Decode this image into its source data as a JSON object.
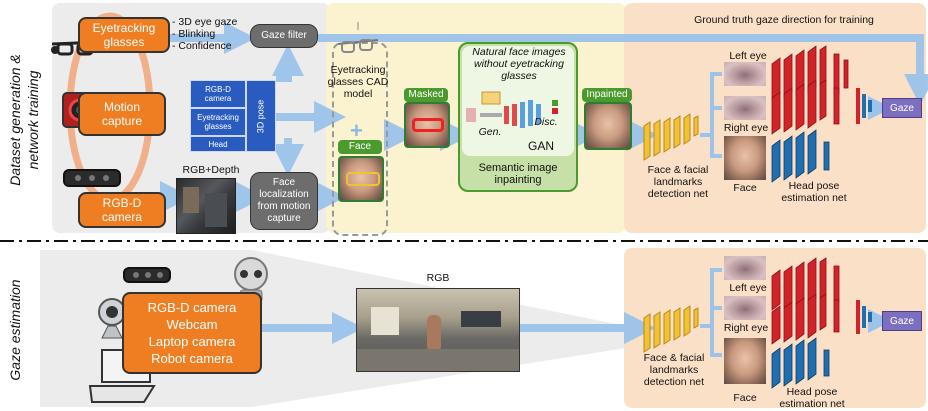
{
  "top": {
    "side_label_line1": "Dataset generation &",
    "side_label_line2": "network training",
    "eyetracking_glasses": "Eyetracking glasses",
    "eyetracking_outputs": [
      "- 3D eye gaze",
      "- Blinking",
      "- Confidence"
    ],
    "gaze_filter": "Gaze filter",
    "motion_capture": "Motion capture",
    "mocap_items": [
      "RGB-D camera",
      "Eyetracking glasses",
      "Head"
    ],
    "pose_3d": "3D pose",
    "rgbd_camera": "RGB-D camera",
    "rgb_depth": "RGB+Depth",
    "face_localization": "Face localization from motion capture",
    "cad_model": "Eyetracking glasses CAD model",
    "face": "Face",
    "masked": "Masked",
    "natural_faces": "Natural face images without eyetracking glasses",
    "gen": "Gen.",
    "disc": "Disc.",
    "gan": "GAN",
    "semantic_inpainting": "Semantic image inpainting",
    "inpainted": "Inpainted",
    "landmarks_net": "Face & facial landmarks detection net",
    "ground_truth": "Ground truth gaze direction for training",
    "left_eye": "Left eye",
    "right_eye": "Right eye",
    "face_crop": "Face",
    "head_pose_net": "Head pose estimation net",
    "gaze": "Gaze"
  },
  "bottom": {
    "side_label": "Gaze estimation",
    "cameras": [
      "RGB-D camera",
      "Webcam",
      "Laptop camera",
      "Robot camera"
    ],
    "rgb": "RGB",
    "landmarks_net": "Face & facial landmarks detection net",
    "left_eye": "Left eye",
    "right_eye": "Right eye",
    "face_crop": "Face",
    "head_pose_net": "Head pose estimation net",
    "gaze": "Gaze"
  },
  "colors": {
    "orange": "#ef7d22",
    "blue": "#2a5bbf",
    "arrow": "#9cc3ea",
    "yellow_panel": "#fbf2cf",
    "peach_panel": "#fbe0c8",
    "grey_panel": "#ececec",
    "green": "#4b9a2e",
    "red_net": "#d2232a",
    "blue_net": "#1f6fb0",
    "yellow_net": "#f2c230"
  }
}
